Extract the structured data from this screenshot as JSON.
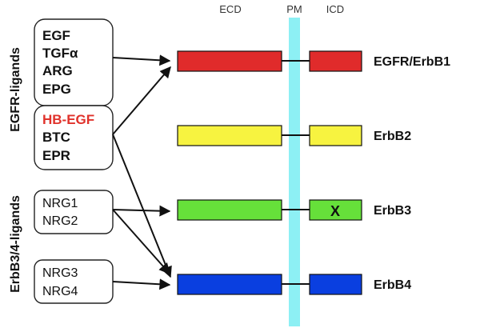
{
  "headers": {
    "ecd": "ECD",
    "pm": "PM",
    "icd": "ICD"
  },
  "groups": {
    "egfr": "EGFR-ligands",
    "erbb34": "ErbB3/4-ligands"
  },
  "ligands": {
    "box1": [
      "EGF",
      "TGFα",
      "ARG",
      "EPG"
    ],
    "box2": [
      "HB-EGF",
      "BTC",
      "EPR"
    ],
    "box3": [
      "NRG1",
      "NRG2"
    ],
    "box4": [
      "NRG3",
      "NRG4"
    ]
  },
  "receptors": [
    {
      "name": "EGFR/ErbB1",
      "color": "#e02b2b"
    },
    {
      "name": "ErbB2",
      "color": "#f7f340"
    },
    {
      "name": "ErbB3",
      "color": "#66e03a",
      "icd_mark": "X"
    },
    {
      "name": "ErbB4",
      "color": "#0a3fe0"
    }
  ],
  "colors": {
    "membrane": "#8df0f4",
    "highlight_ligand": "#e0322b"
  }
}
